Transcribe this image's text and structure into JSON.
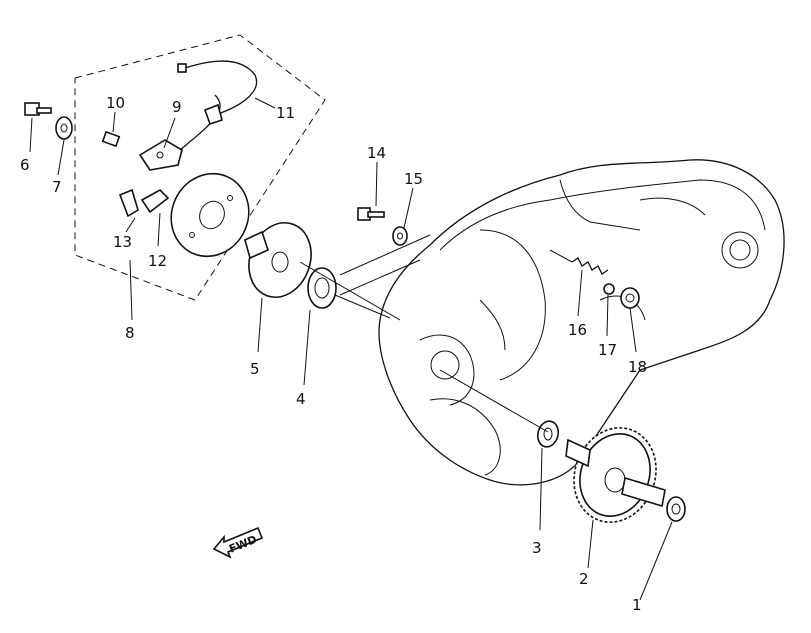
{
  "diagram": {
    "callouts": [
      {
        "id": "1",
        "text": "1"
      },
      {
        "id": "2",
        "text": "2"
      },
      {
        "id": "3",
        "text": "3"
      },
      {
        "id": "4",
        "text": "4"
      },
      {
        "id": "5",
        "text": "5"
      },
      {
        "id": "6",
        "text": "6"
      },
      {
        "id": "7",
        "text": "7"
      },
      {
        "id": "8",
        "text": "8"
      },
      {
        "id": "9",
        "text": "9"
      },
      {
        "id": "10",
        "text": "10"
      },
      {
        "id": "11",
        "text": "11"
      },
      {
        "id": "12",
        "text": "12"
      },
      {
        "id": "13",
        "text": "13"
      },
      {
        "id": "14",
        "text": "14"
      },
      {
        "id": "15",
        "text": "15"
      },
      {
        "id": "16",
        "text": "16"
      },
      {
        "id": "17",
        "text": "17"
      },
      {
        "id": "18",
        "text": "18"
      }
    ],
    "direction_marker": "FWD"
  }
}
